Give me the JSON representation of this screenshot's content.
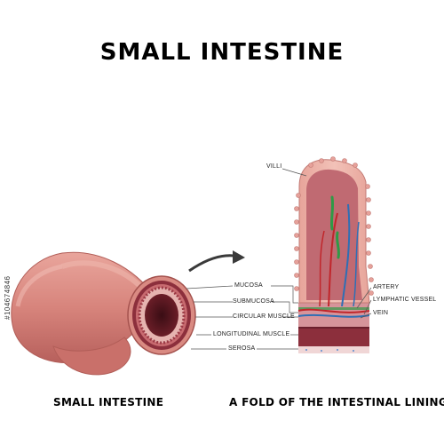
{
  "title": "SMALL INTESTINE",
  "captions": {
    "left": "SMALL INTESTINE",
    "right": "A FOLD OF THE INTESTINAL LINING"
  },
  "labels": {
    "villi": "VILLI",
    "mucosa": "MUCOSA",
    "submucosa": "SUBMUCOSA",
    "circular_muscle": "CIRCULAR MUSCLE",
    "longitudinal_muscle": "LONGITUDINAL MUSCLE",
    "serosa": "SEROSA",
    "artery": "ARTERY",
    "lymphatic_vessel": "LYMPHATIC VESSEL",
    "vein": "VEIN"
  },
  "watermark_code": "#104674846",
  "colors": {
    "intestine": "#d98a82",
    "intestine_dark": "#b9625e",
    "muscle": "#8c2f3c",
    "artery": "#c0262b",
    "vein": "#2e6fb5",
    "lymph": "#2f9a46"
  }
}
